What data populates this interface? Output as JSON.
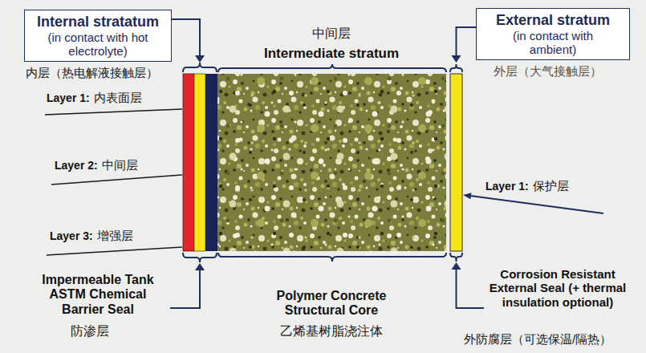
{
  "diagram": {
    "nodes": [
      {
        "text": [
          "Internal stratatum",
          "(in contact with hot electrolyte)",
          "内层（热电解液接触层）"
        ]
      },
      {
        "text": [
          "External stratum",
          "(in contact with ambient)",
          "外层（大气接触层）"
        ]
      }
    ],
    "labels": [
      "中间层",
      "Intermediate stratum",
      "Layer 1:",
      "内表面层",
      "Layer 2:",
      "中间层",
      "Layer 3:",
      "增强层",
      "Layer 1:",
      "保护层",
      "Impermeable Tank ASTM Chemical Barrier Seal",
      "防渗层",
      "Polymer Concrete Structural Core",
      "乙烯基树脂浇注体",
      "Corrosion Resistant External Seal (+ thermal insulation optional)",
      "外防腐层（可选保温/隔热）"
    ]
  }
}
